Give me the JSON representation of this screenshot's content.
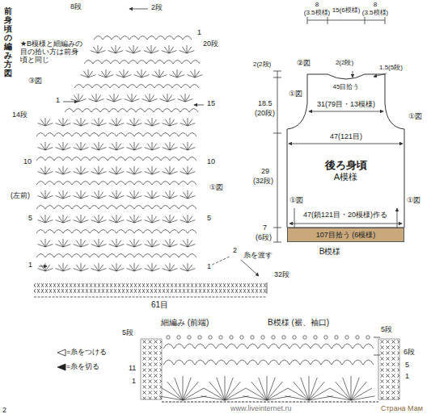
{
  "diagram": {
    "title": "前身頃の編み方図",
    "nodes": [
      {
        "text": [
          "後ろ身頃",
          "A模様"
        ]
      },
      {
        "text": [
          "107目拾う (6模様)"
        ]
      }
    ],
    "edges": [],
    "labels": [
      "★B模様と細編みの目の拾い方は前身頃と同じ",
      "8段",
      "2段",
      "1",
      "20段",
      "③図",
      "1",
      "14段",
      "15",
      "10",
      "10",
      "(左前)",
      "①図",
      "5",
      "5",
      "2",
      "糸を渡す",
      "1",
      "1",
      "32段",
      "61目",
      "8",
      "(3.5模様)",
      "15(6模様)",
      "8",
      "(3.5模様)",
      "②図",
      "2(2段)",
      "1.5(5段)",
      "45目拾う",
      "①図",
      "①図",
      "2(2段)",
      "18.5",
      "(20段)",
      "31(79目・13模様)",
      "47(121目)",
      "29",
      "(32段)",
      "①図",
      "①図",
      "47(鎖121目・20模様)作る",
      "7",
      "(6段)",
      "B模様",
      "細編み (前端)",
      "B模様 (裾、袖口)",
      "5段",
      "11",
      "1",
      "5段",
      "6段",
      "5",
      "1",
      "2",
      "www.liveinternet.ru",
      "Страна Мам"
    ],
    "legend": [
      {
        "text": "=糸をつける"
      },
      {
        "text": "=糸を切る"
      }
    ]
  }
}
